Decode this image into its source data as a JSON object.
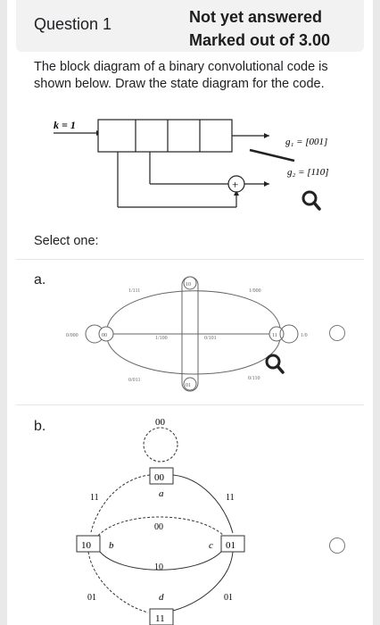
{
  "question": {
    "title": "Question 1",
    "status": "Not yet answered",
    "marks": "Marked out of 3.00",
    "text": "The block diagram of a binary convolutional code is shown below. Draw the state diagram for the code."
  },
  "block_diagram": {
    "k_label": "k = 1",
    "g1": "g₁ = [001]",
    "g2": "g₂ = [110]",
    "adder": "+"
  },
  "prompt": "Select one:",
  "options": [
    {
      "letter": "a.",
      "labels": {
        "s00": "00",
        "s01": "01",
        "s10": "10",
        "s11": "11",
        "top_left": "1/111",
        "left_loop": "0/000",
        "center": "1/100",
        "bottom_left": "0/011",
        "right_center": "0/101",
        "top_right": "1/000",
        "bottom_right": "0/110",
        "right_loop": "1/0"
      }
    },
    {
      "letter": "b.",
      "labels": {
        "top": "00",
        "a_state": "00",
        "a": "a",
        "b_state": "10",
        "b": "b",
        "c": "c",
        "c_state": "01",
        "d": "d",
        "d_state": "11",
        "ab": "11",
        "ac": "11",
        "mid": "00",
        "bc": "10",
        "bd": "01",
        "cd": "01"
      }
    }
  ],
  "icons": [
    "zoom-icon",
    "zoom-icon",
    "radio-icon",
    "radio-icon"
  ]
}
